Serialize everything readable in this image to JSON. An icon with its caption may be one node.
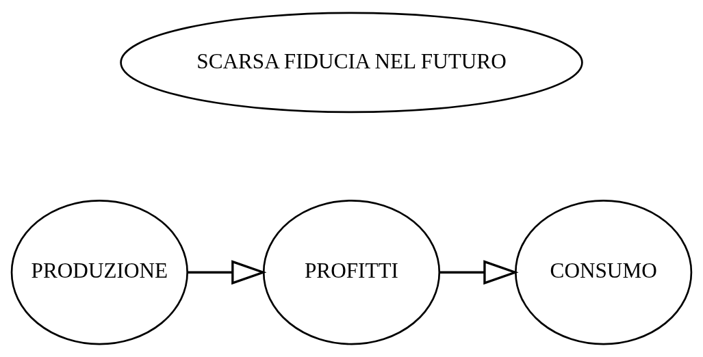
{
  "diagram": {
    "nodes": [
      {
        "text": [
          "SCARSA FIDUCIA NEL FUTURO"
        ]
      },
      {
        "text": [
          "PRODUZIONE"
        ]
      },
      {
        "text": [
          "PROFITTI"
        ]
      },
      {
        "text": [
          "CONSUMO"
        ]
      }
    ],
    "edges": [
      {
        "from": 1,
        "to": 2,
        "arrow": "to"
      },
      {
        "from": 2,
        "to": 3,
        "arrow": "to"
      }
    ]
  }
}
